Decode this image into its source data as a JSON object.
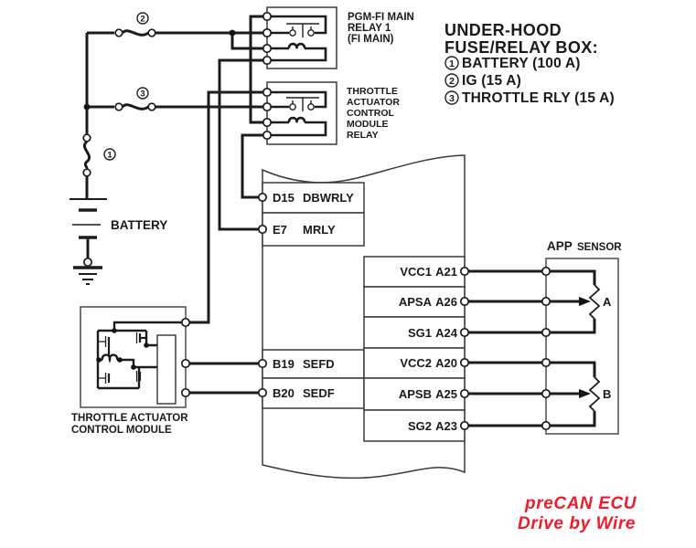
{
  "header": {
    "line1": "UNDER-HOOD",
    "line2": "FUSE/RELAY BOX:",
    "legend": [
      {
        "num": "1",
        "label": "BATTERY (100 A)"
      },
      {
        "num": "2",
        "label": "IG (15 A)"
      },
      {
        "num": "3",
        "label": "THROTTLE RLY (15 A)"
      }
    ]
  },
  "fuses": {
    "f1_num": "1",
    "f2_num": "2",
    "f3_num": "3"
  },
  "battery_label": "BATTERY",
  "relays": [
    {
      "lines": [
        "PGM-FI MAIN",
        "RELAY 1",
        "(FI MAIN)"
      ]
    },
    {
      "lines": [
        "THROTTLE",
        "ACTUATOR",
        "CONTROL",
        "MODULE",
        "RELAY"
      ]
    }
  ],
  "module_label": {
    "line1": "THROTTLE ACTUATOR",
    "line2": "CONTROL MODULE"
  },
  "ecu": {
    "left_pins": [
      {
        "id": "D15",
        "name": "DBWRLY"
      },
      {
        "id": "E7",
        "name": "MRLY"
      },
      {
        "id": "B19",
        "name": "SEFD"
      },
      {
        "id": "B20",
        "name": "SEDF"
      }
    ],
    "right_pins": [
      {
        "name": "VCC1",
        "pin": "A21"
      },
      {
        "name": "APSA",
        "pin": "A26"
      },
      {
        "name": "SG1",
        "pin": "A24"
      },
      {
        "name": "VCC2",
        "pin": "A20"
      },
      {
        "name": "APSB",
        "pin": "A25"
      },
      {
        "name": "SG2",
        "pin": "A23"
      }
    ]
  },
  "sensor": {
    "title_main": "APP",
    "title_sub": "SENSOR",
    "pot_a_label": "A",
    "pot_b_label": "B"
  },
  "watermark": {
    "line1": "preCAN ECU",
    "line2": "Drive by Wire",
    "color": "#ee1b2d"
  },
  "colors": {
    "wire": "#1c1c1c",
    "accent_red": "#ee1b2d"
  }
}
